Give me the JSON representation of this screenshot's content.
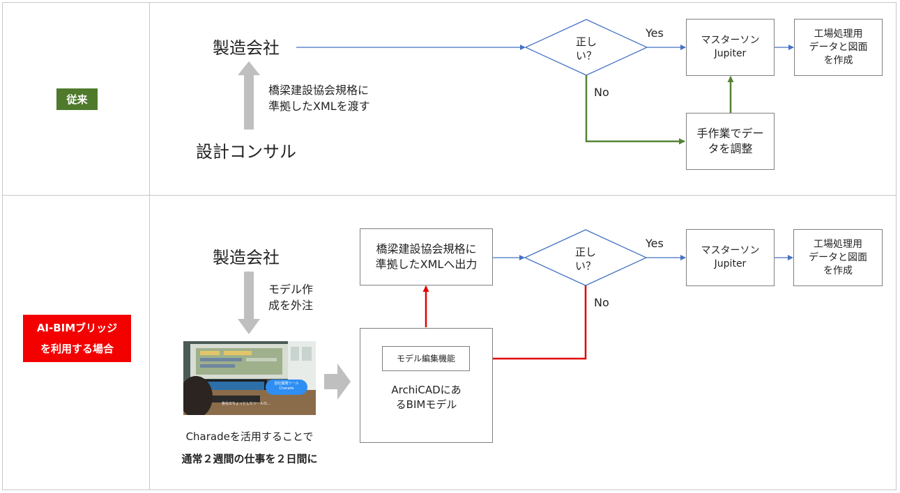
{
  "rows": {
    "conventional_label": "従来",
    "aibim_label_line1": "AI-BIMブリッジ",
    "aibim_label_line2": "を利用する場合"
  },
  "top": {
    "manufacturer": "製造会社",
    "consultant": "設計コンサル",
    "handover_note_line1": "橋梁建設協会規格に",
    "handover_note_line2": "準拠したXMLを渡す",
    "decision_line1": "正し",
    "decision_line2": "い？",
    "yes": "Yes",
    "no": "No",
    "master_line1": "マスターソン",
    "master_line2": "Jupiter",
    "factory_line1": "工場処理用",
    "factory_line2": "データと図面",
    "factory_line3": "を作成",
    "manual_line1": "手作業でデー",
    "manual_line2": "タを調整"
  },
  "bottom": {
    "manufacturer": "製造会社",
    "outsource_line1": "モデル作",
    "outsource_line2": "成を外注",
    "xml_out_line1": "橋梁建設協会規格に",
    "xml_out_line2": "準拠したXMLへ出力",
    "decision_line1": "正し",
    "decision_line2": "い？",
    "yes": "Yes",
    "no": "No",
    "master_line1": "マスターソン",
    "master_line2": "Jupiter",
    "factory_line1": "工場処理用",
    "factory_line2": "データと図面",
    "factory_line3": "を作成",
    "model_edit": "モデル編集機能",
    "archicad_line1": "ArchiCADにあ",
    "archicad_line2": "るBIMモデル",
    "photo_bubble_line1": "自社開発ツール",
    "photo_bubble_line2": "Charade",
    "photo_caption": "各社のちょっとしたツールの…",
    "charade_caption": "Charadeを活用することで",
    "charade_result": "通常２週間の仕事を２日間に"
  },
  "colors": {
    "blue_arrow": "#4472c4",
    "green_arrow": "#548235",
    "red_arrow": "#e00000",
    "gray_arrow": "#bfbfbf"
  }
}
